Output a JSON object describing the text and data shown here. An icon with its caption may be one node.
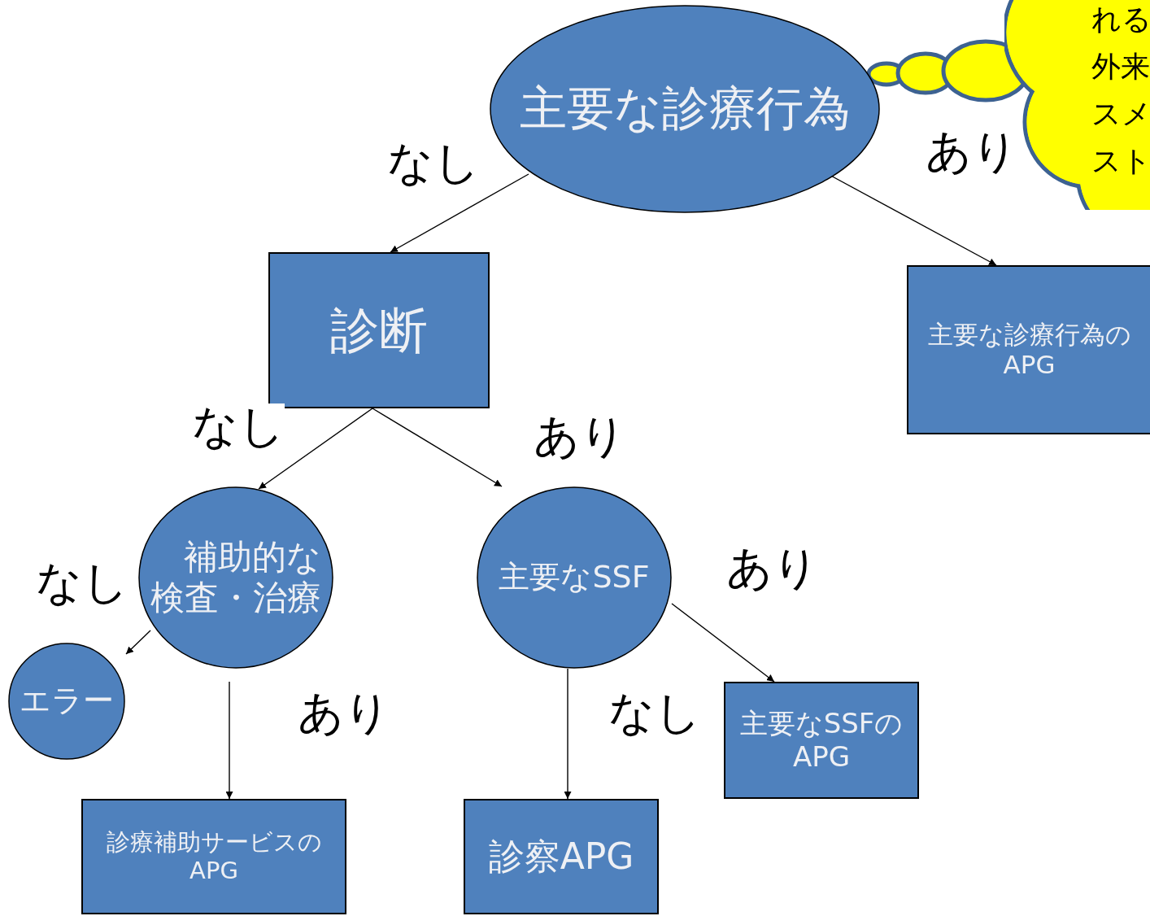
{
  "diagram": {
    "nodes": [
      {
        "text": [
          "主要な診療行為"
        ]
      },
      {
        "text": [
          "れる",
          "外来",
          "スメ",
          "スト"
        ]
      },
      {
        "text": [
          "診断"
        ]
      },
      {
        "text": [
          "主要な診療行為のAPG"
        ]
      },
      {
        "text": [
          "補助的な検査・治療"
        ]
      },
      {
        "text": [
          "主要なSSF"
        ]
      },
      {
        "text": [
          "エラー"
        ]
      },
      {
        "text": [
          "主要なSSFのAPG"
        ]
      },
      {
        "text": [
          "診療補助サービスのAPG"
        ]
      },
      {
        "text": [
          "診察APG"
        ]
      }
    ],
    "edges": [
      {
        "from": 0,
        "to": 2,
        "arrow": "to",
        "label": "なし"
      },
      {
        "from": 0,
        "to": 3,
        "arrow": "to",
        "label": "あり"
      },
      {
        "from": 2,
        "to": 4,
        "arrow": "to",
        "label": "なし"
      },
      {
        "from": 2,
        "to": 5,
        "arrow": "to",
        "label": "あり"
      },
      {
        "from": 4,
        "to": 6,
        "arrow": "to",
        "label": "なし"
      },
      {
        "from": 4,
        "to": 8,
        "arrow": "to",
        "label": "あり"
      },
      {
        "from": 5,
        "to": 7,
        "arrow": "to",
        "label": "あり"
      },
      {
        "from": 5,
        "to": 9,
        "arrow": "to",
        "label": "なし"
      }
    ]
  }
}
